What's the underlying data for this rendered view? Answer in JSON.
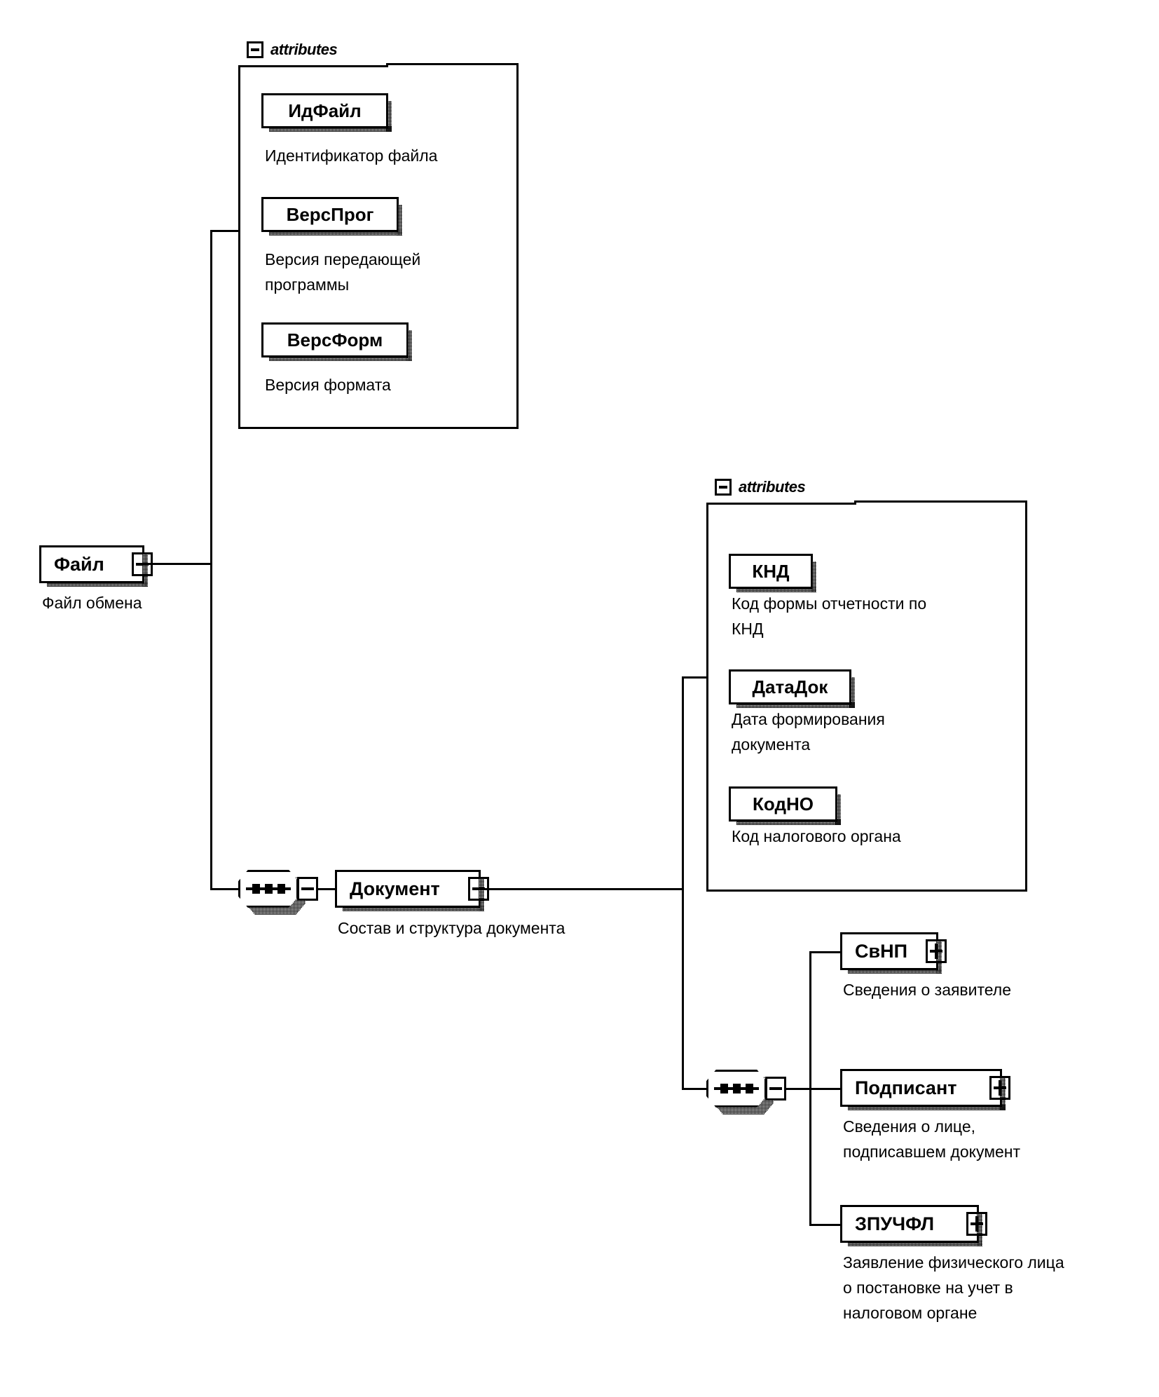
{
  "diagram": {
    "type": "xml-schema-tree",
    "root": {
      "name": "Файл",
      "caption": "Файл обмена",
      "toggle": "minus"
    },
    "attribute_groups": [
      {
        "id": "file-attributes",
        "tab_label": "attributes",
        "tab_toggle": "minus",
        "attributes": [
          {
            "name": "ИдФайл",
            "caption": "Идентификатор файла"
          },
          {
            "name": "ВерсПрог",
            "caption": "Версия передающей\nпрограммы"
          },
          {
            "name": "ВерсФорм",
            "caption": "Версия формата"
          }
        ]
      },
      {
        "id": "document-attributes",
        "tab_label": "attributes",
        "tab_toggle": "minus",
        "attributes": [
          {
            "name": "КНД",
            "caption": "Код формы отчетности по\nКНД"
          },
          {
            "name": "ДатаДок",
            "caption": "Дата формирования\nдокумента"
          },
          {
            "name": "КодНО",
            "caption": "Код налогового органа"
          }
        ]
      }
    ],
    "nodes": [
      {
        "id": "document",
        "name": "Документ",
        "caption": "Состав и структура документа",
        "toggle": "minus"
      }
    ],
    "children": [
      {
        "id": "svnp",
        "name": "СвНП",
        "caption": "Сведения о заявителе",
        "toggle": "plus"
      },
      {
        "id": "podpisant",
        "name": "Подписант",
        "caption": "Сведения о лице,\nподписавшем документ",
        "toggle": "plus"
      },
      {
        "id": "zpuchfl",
        "name": "ЗПУЧФЛ",
        "caption": "Заявление физического лица\nо постановке на учет в\nналоговом органе",
        "toggle": "plus"
      }
    ],
    "compositors": [
      {
        "id": "file-sequence",
        "kind": "sequence",
        "toggle": "minus"
      },
      {
        "id": "document-sequence",
        "kind": "sequence",
        "toggle": "minus"
      }
    ],
    "colors": {
      "stroke": "#000000",
      "background": "#ffffff"
    }
  }
}
